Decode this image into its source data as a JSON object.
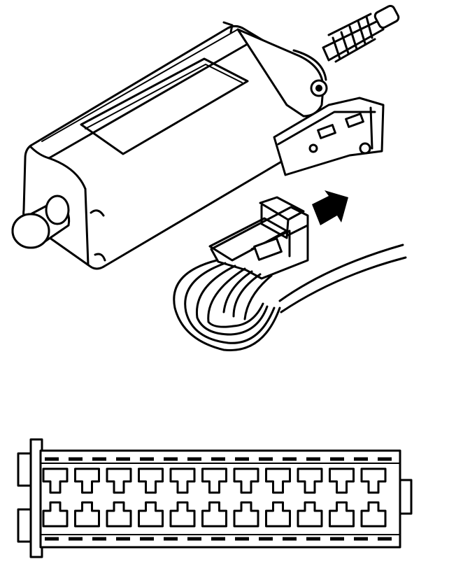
{
  "figure": {
    "subjects": [
      "actuator-motor",
      "wiring-harness-connector",
      "multi-pin-connector-face"
    ],
    "connector": {
      "pin_columns": 11,
      "pin_rows": 2
    },
    "colors": {
      "line": "#000000",
      "background": "#ffffff"
    }
  }
}
